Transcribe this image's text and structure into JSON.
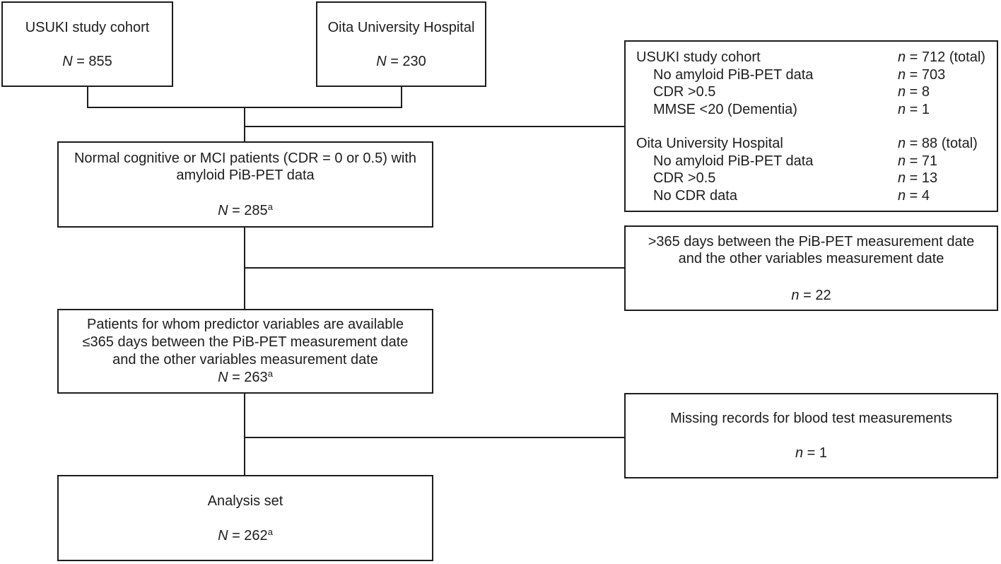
{
  "canvas": {
    "background": "#ffffff",
    "line_color": "#1d1d1d",
    "text_color": "#1d1d1d"
  },
  "boxes": {
    "usuki_cohort": {
      "title": "USUKI study cohort",
      "n_var": "N",
      "n_rest": " = 855"
    },
    "oita_hospital": {
      "title": "Oita University Hospital",
      "n_var": "N",
      "n_rest": " = 230"
    },
    "exclusion_top": {
      "groups": [
        {
          "header_label": "USUKI study cohort",
          "header_var": "n",
          "header_rest": " = 712 (total)",
          "items": [
            {
              "label": "No amyloid PiB-PET data",
              "var": "n",
              "rest": " = 703"
            },
            {
              "label": "CDR >0.5",
              "var": "n",
              "rest": " = 8"
            },
            {
              "label": "MMSE <20 (Dementia)",
              "var": "n",
              "rest": " = 1"
            }
          ]
        },
        {
          "header_label": "Oita University Hospital",
          "header_var": "n",
          "header_rest": " = 88 (total)",
          "items": [
            {
              "label": "No amyloid PiB-PET data",
              "var": "n",
              "rest": " = 71"
            },
            {
              "label": "CDR >0.5",
              "var": "n",
              "rest": " = 13"
            },
            {
              "label": "No CDR data",
              "var": "n",
              "rest": " = 4"
            }
          ]
        }
      ]
    },
    "eligible": {
      "lines": [
        "Normal cognitive or MCI patients (CDR = 0 or 0.5) with",
        "amyloid PiB-PET data"
      ],
      "n_var": "N",
      "n_rest": " = 285",
      "n_sup": "a"
    },
    "exclusion_365": {
      "lines": [
        ">365 days between the PiB-PET measurement date",
        "and the other variables measurement date"
      ],
      "n_var": "n",
      "n_rest": " = 22"
    },
    "predictor": {
      "lines": [
        "Patients for whom predictor variables are available",
        "≤365 days between the PiB-PET measurement date",
        "and the other variables measurement date"
      ],
      "n_var": "N",
      "n_rest": " = 263",
      "n_sup": "a"
    },
    "exclusion_blood": {
      "lines": [
        "Missing records for blood test measurements"
      ],
      "n_var": "n",
      "n_rest": " = 1"
    },
    "analysis_set": {
      "title": "Analysis set",
      "n_var": "N",
      "n_rest": " = 262",
      "n_sup": "a"
    }
  }
}
